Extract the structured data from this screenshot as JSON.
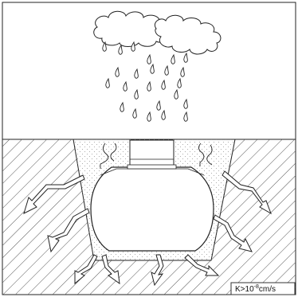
{
  "permeability_label": {
    "prefix": "K>10",
    "exponent": "-8",
    "unit": "cm/s"
  },
  "colors": {
    "line": "#222222",
    "hatch": "#555555",
    "fill": "#ffffff",
    "gravel_dots": "#888888"
  },
  "icons": [
    "cloud-icon",
    "raindrop-icon",
    "tank-icon",
    "leak-arrow-icon"
  ]
}
